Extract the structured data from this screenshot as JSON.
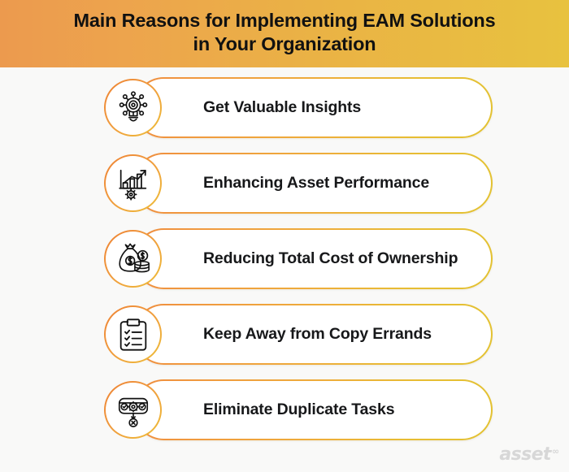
{
  "header": {
    "title": "Main Reasons for Implementing EAM Solutions\nin Your Organization",
    "gradient_from": "#ec9a4e",
    "gradient_to": "#e8c23f",
    "text_color": "#111111"
  },
  "page": {
    "background": "#f9f9f8",
    "accent_orange": "#ee8233",
    "accent_yellow": "#e3c232",
    "card_text_color": "#17181a"
  },
  "cards": [
    {
      "label": "Get Valuable Insights",
      "icon": "lightbulb-network-icon"
    },
    {
      "label": "Enhancing Asset Performance",
      "icon": "bar-chart-arrow-gear-icon"
    },
    {
      "label": "Reducing Total Cost of Ownership",
      "icon": "money-bag-coins-icon"
    },
    {
      "label": "Keep Away from Copy Errands",
      "icon": "clipboard-checklist-icon"
    },
    {
      "label": "Eliminate Duplicate Tasks",
      "icon": "process-box-cancel-icon"
    }
  ],
  "logo": {
    "word": "asset",
    "mark": "∞",
    "color": "#d7d7d7"
  }
}
